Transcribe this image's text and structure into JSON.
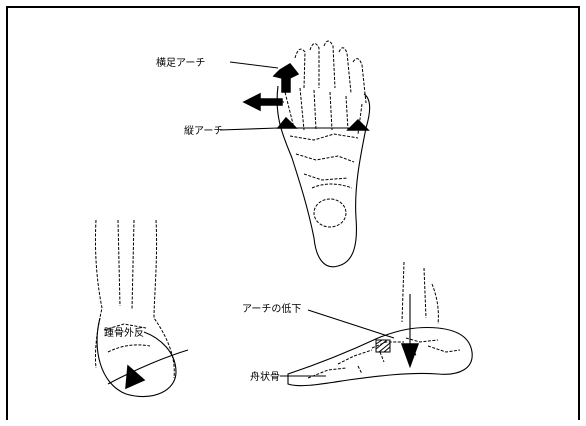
{
  "labels": {
    "top_label_1": "横足アーチ",
    "top_label_2": "縦アーチ",
    "rear_label": "踵骨外反",
    "side_label_1": "アーチの低下",
    "side_label_2": "舟状骨"
  }
}
